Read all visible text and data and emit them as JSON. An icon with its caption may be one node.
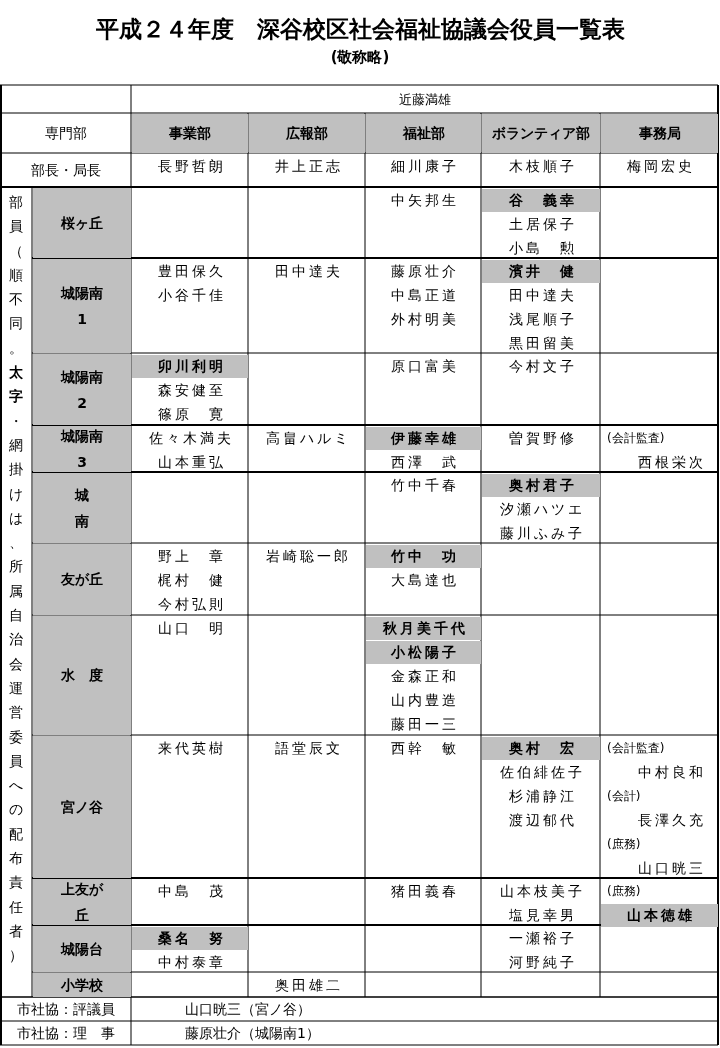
{
  "diagram": {
    "title": "平成２４年度　深谷校区社会福祉協議会役員一覧表",
    "labels": [
      "(敬称略)",
      "近藤満雄",
      "専門部",
      "事業部",
      "広報部",
      "福祉部",
      "ボランティア部",
      "事務局",
      "部長・局長",
      "長野哲朗",
      "井上正志",
      "細川康子",
      "木枝順子",
      "梅岡宏史",
      "部員（順不同。**太字**・網掛けは、所属自治会運営委員への配布責任者）",
      "桜ヶ丘",
      "中矢邦生",
      "谷　義幸",
      "土居保子",
      "小島　勲",
      "城陽南1",
      "豊田保久",
      "小谷千佳",
      "田中達夫",
      "藤原壮介",
      "中島正道",
      "外村明美",
      "濱井　健",
      "田中達夫",
      "浅尾順子",
      "黒田留美",
      "城陽南2",
      "卯川利明",
      "森安健至",
      "篠原　寛",
      "原口富美",
      "今村文子",
      "城陽南3",
      "佐々木満夫",
      "山本重弘",
      "高畠ハルミ",
      "伊藤幸雄",
      "西澤　武",
      "曽賀野修",
      "(会計監査)",
      "西根栄次",
      "城南",
      "竹中千春",
      "奥村君子",
      "汐瀬ハツエ",
      "藤川ふみ子",
      "友が丘",
      "野上　章",
      "梶村　健",
      "今村弘則",
      "岩崎聡一郎",
      "竹中　功",
      "大島達也",
      "水　度",
      "山口　明",
      "秋月美千代",
      "小松陽子",
      "金森正和",
      "山内豊造",
      "藤田一三",
      "宮ノ谷",
      "来代英樹",
      "語堂辰文",
      "西幹　敏",
      "奥村　宏",
      "佐伯緋佐子",
      "杉浦静江",
      "渡辺郁代",
      "(会計監査)",
      "中村良和",
      "(会計)",
      "長澤久充",
      "(庶務)",
      "山口晄三",
      "上友が丘",
      "中島　茂",
      "猪田義春",
      "山本枝美子",
      "塩見幸男",
      "(庶務)",
      "山本徳雄",
      "城陽台",
      "桑名　努",
      "中村泰章",
      "一瀬裕子",
      "河野純子",
      "小学校",
      "奥田雄二",
      "市社協：評議員",
      "山口晄三（宮ノ谷）",
      "市社協：理　事",
      "藤原壮介（城陽南1）"
    ]
  }
}
